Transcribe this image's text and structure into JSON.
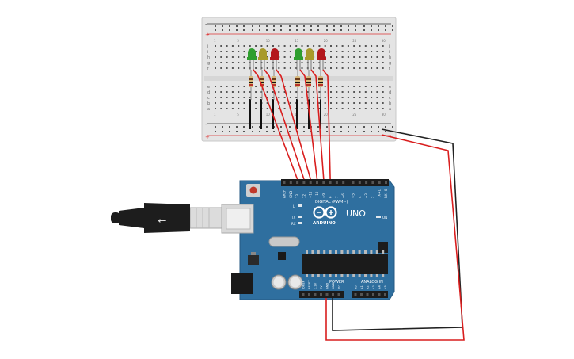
{
  "board": {
    "brand": "ARDUINO",
    "model": "UNO",
    "digital_label": "DIGITAL (PWM~)",
    "power_label": "POWER",
    "analog_label": "ANALOG IN",
    "on_label": "ON",
    "led_l": "L",
    "led_tx": "TX",
    "led_rx": "RX",
    "digital_pins": [
      "AREF",
      "GND",
      "13",
      "12",
      "~11",
      "~10",
      "~9",
      "8",
      "7",
      "~6",
      "~5",
      "4",
      "~3",
      "2",
      "TX→1",
      "RX←0"
    ],
    "power_pins": [
      "IOREF",
      "RESET",
      "3.3V",
      "5V",
      "GND",
      "GND",
      "Vin"
    ],
    "analog_pins": [
      "A0",
      "A1",
      "A2",
      "A3",
      "A4",
      "A5"
    ]
  },
  "breadboard": {
    "row_letters_top": [
      "j",
      "i",
      "h",
      "g",
      "f"
    ],
    "row_letters_bottom": [
      "e",
      "d",
      "c",
      "b",
      "a"
    ],
    "rail_minus": "-",
    "rail_plus": "+",
    "column_numbers": [
      "1",
      "5",
      "10",
      "15",
      "20",
      "25",
      "30"
    ]
  },
  "leds": [
    {
      "name": "green-led-1",
      "color": "#2e9e2e"
    },
    {
      "name": "yellow-led-1",
      "color": "#a89a2a"
    },
    {
      "name": "red-led-1",
      "color": "#b3171c"
    },
    {
      "name": "green-led-2",
      "color": "#2e9e2e"
    },
    {
      "name": "yellow-led-2",
      "color": "#a89a2a"
    },
    {
      "name": "red-led-2",
      "color": "#b3171c"
    }
  ],
  "colors": {
    "board_blue": "#2f6f9f",
    "wire_red": "#d91e1e",
    "wire_black": "#222222",
    "breadboard": "#e6e6e6"
  }
}
